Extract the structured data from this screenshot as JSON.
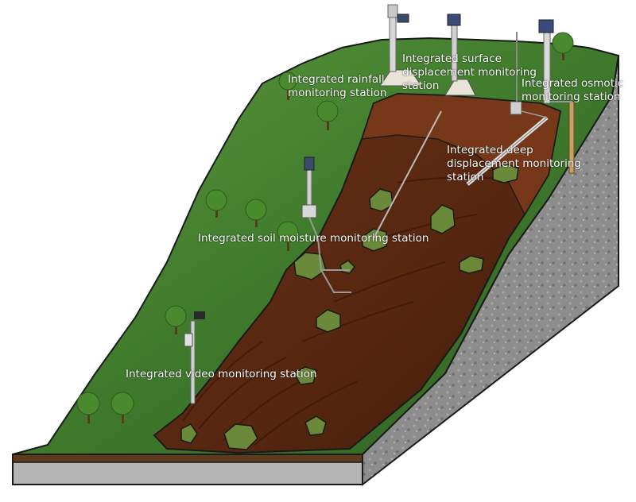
{
  "labels": {
    "rainfall": [
      "Integrated rainfall",
      "monitoring station"
    ],
    "surface": [
      "Integrated surface",
      "displacement monitoring",
      "station"
    ],
    "osmotic": [
      "Integrated osmotic",
      "monitoring station"
    ],
    "deep": [
      "Integrated deep",
      "displacement monitoring",
      "station"
    ],
    "soil": [
      "Integrated soil moisture monitoring station"
    ],
    "video": [
      "Integrated video monitoring station"
    ]
  },
  "colors": {
    "grass": "#3f7a2c",
    "grass_light": "#6aa84a",
    "soil": "#5a2a12",
    "soil_light": "#7a3a1a",
    "rock": "#8a8a8a",
    "base": "#a9a9a9"
  }
}
